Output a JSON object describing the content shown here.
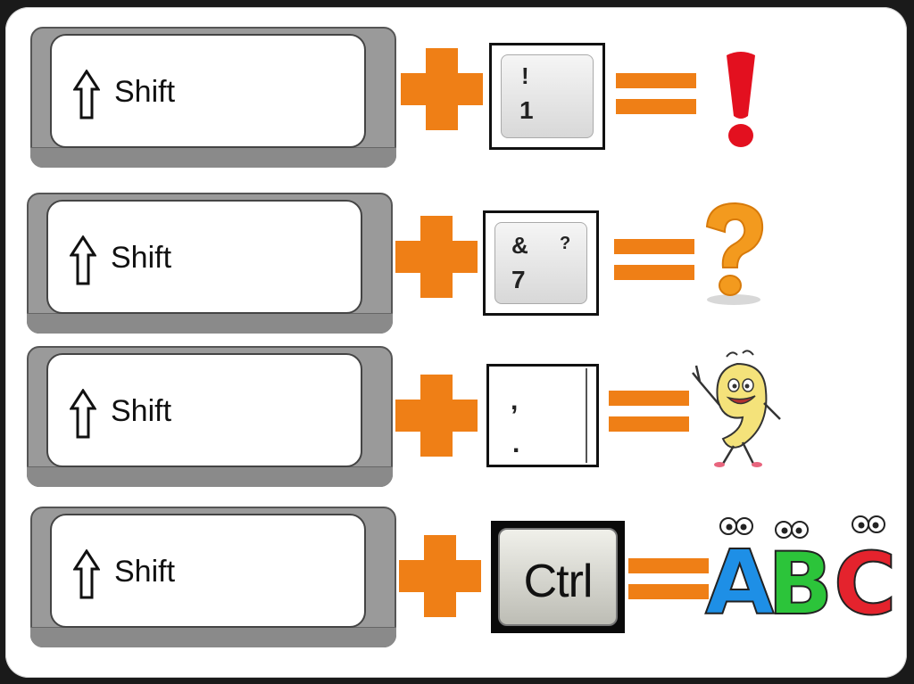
{
  "rows": [
    {
      "shift_label": "Shift",
      "key_top": "!",
      "key_bottom": "1",
      "result": "exclamation-mark"
    },
    {
      "shift_label": "Shift",
      "key_top_left": "&",
      "key_top_right": "?",
      "key_bottom": "7",
      "result": "question-mark"
    },
    {
      "shift_label": "Shift",
      "key_top": ",",
      "key_bottom": ".",
      "result": "comma-character"
    },
    {
      "shift_label": "Shift",
      "key_label": "Ctrl",
      "result": "abc-letters"
    }
  ],
  "abc": [
    "A",
    "B",
    "C"
  ],
  "colors": {
    "accent": "#ef7f16",
    "exclamation": "#e3101f",
    "question": "#f39a1e",
    "a": "#1e8fe6",
    "b": "#2cc43a",
    "c": "#e4232d"
  }
}
